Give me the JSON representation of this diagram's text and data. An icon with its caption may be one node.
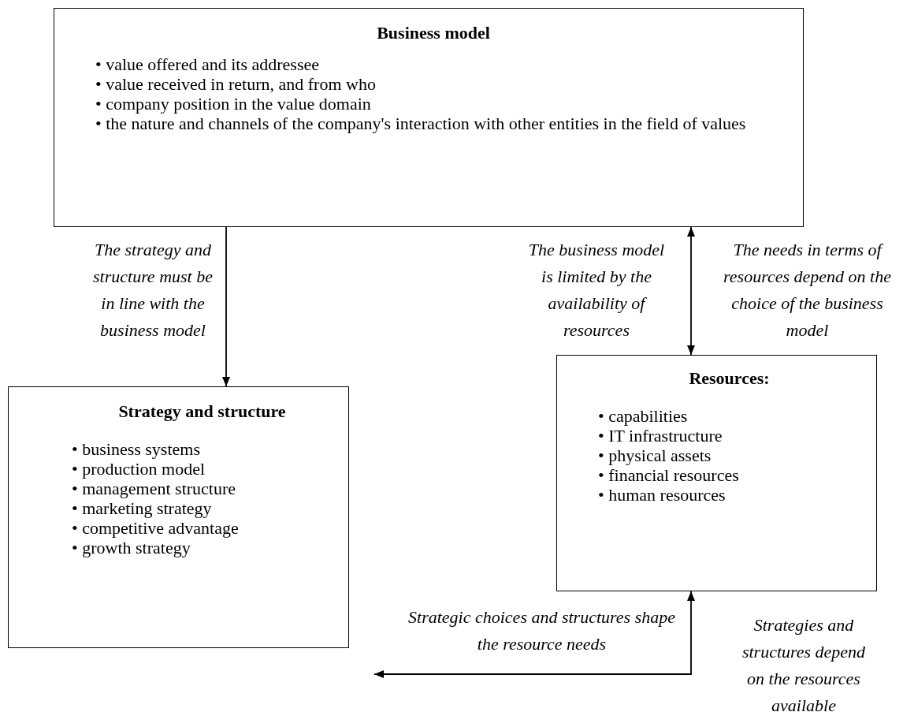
{
  "diagram": {
    "nodes": [
      {
        "text": [
          "Business model",
          "• value offered and its addressee",
          "• value received in return, and from who",
          "• company position in the value domain",
          "• the nature and channels of the company's interaction with other entities in the field of values"
        ]
      },
      {
        "text": [
          "Strategy and structure",
          "• business systems",
          "• production model",
          "• management structure",
          "• marketing strategy",
          "• competitive advantage",
          "• growth strategy"
        ]
      },
      {
        "text": [
          "Resources:",
          "• capabilities",
          "• IT infrastructure",
          "• physical assets",
          "• financial resources",
          "• human resources"
        ]
      }
    ],
    "edges": [
      {
        "from": 0,
        "to": 1,
        "arrow": "to",
        "label": "The strategy and structure must be in line with the business model"
      },
      {
        "from": 0,
        "to": 2,
        "arrow": "both",
        "label": "The business model is limited by the availability of resources"
      },
      {
        "from": 2,
        "to": null,
        "arrow": "both",
        "label": "Strategic choices and structures shape the resource needs"
      }
    ],
    "labels": [
      "The needs in terms of resources depend on the choice of the business model",
      "Strategies and structures depend on the resources available"
    ]
  }
}
